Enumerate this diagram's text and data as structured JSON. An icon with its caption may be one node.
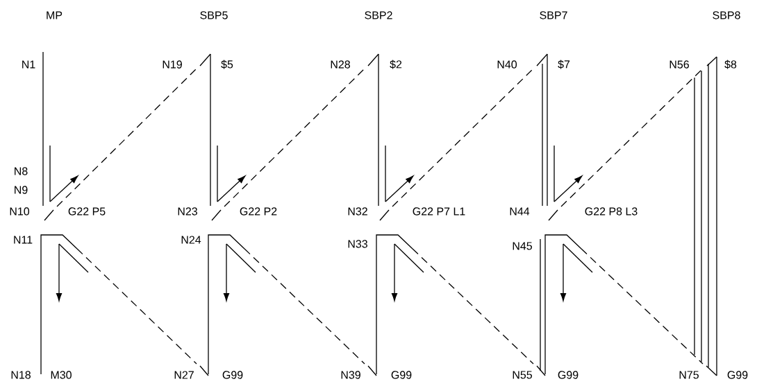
{
  "diagram": {
    "labels": [
      "MP",
      "SBP5",
      "SBP2",
      "SBP7",
      "SBP8",
      "N1",
      "N19",
      "$5",
      "N28",
      "$2",
      "N40",
      "$7",
      "N56",
      "$8",
      "N8",
      "N9",
      "N10",
      "G22 P5",
      "N23",
      "G22 P2",
      "N32",
      "G22 P7 L1",
      "N44",
      "G22 P8 L3",
      "N11",
      "N24",
      "N33",
      "N45",
      "N18",
      "M30",
      "N27",
      "G99",
      "N39",
      "G99",
      "N55",
      "G99",
      "N75",
      "G99"
    ]
  }
}
